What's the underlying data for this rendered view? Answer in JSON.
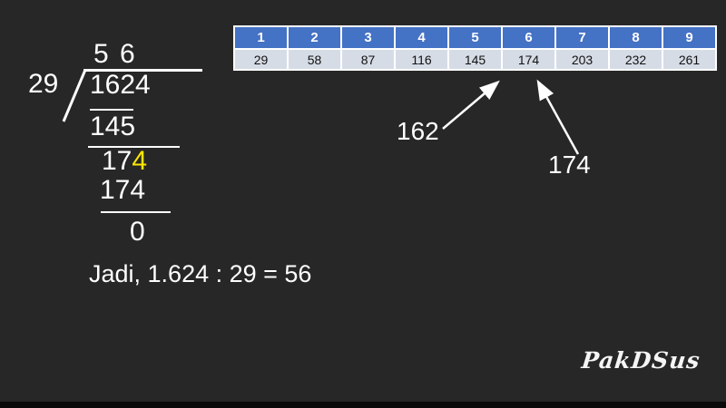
{
  "division": {
    "quotient": "5 6",
    "divisor": "29",
    "dividend": "1624",
    "remainder1": "145",
    "step2_prefix": "17",
    "step2_highlight": "4",
    "subtrahend2": "174",
    "final_remainder": "0"
  },
  "conclusion_text": "Jadi, 1.624 : 29 = 56",
  "multiplication_table": {
    "multipliers": [
      "1",
      "2",
      "3",
      "4",
      "5",
      "6",
      "7",
      "8",
      "9"
    ],
    "multiples": [
      "29",
      "58",
      "87",
      "116",
      "145",
      "174",
      "203",
      "232",
      "261"
    ]
  },
  "annotations": {
    "lookup_value": "162",
    "matched_multiple": "174"
  },
  "watermark_text": "PakDSus",
  "colors": {
    "background": "#272727",
    "table_header_bg": "#4472C4",
    "table_row_bg": "#D6DCE6",
    "highlight_yellow": "#FFE600",
    "text_white": "#FFFFFF"
  }
}
